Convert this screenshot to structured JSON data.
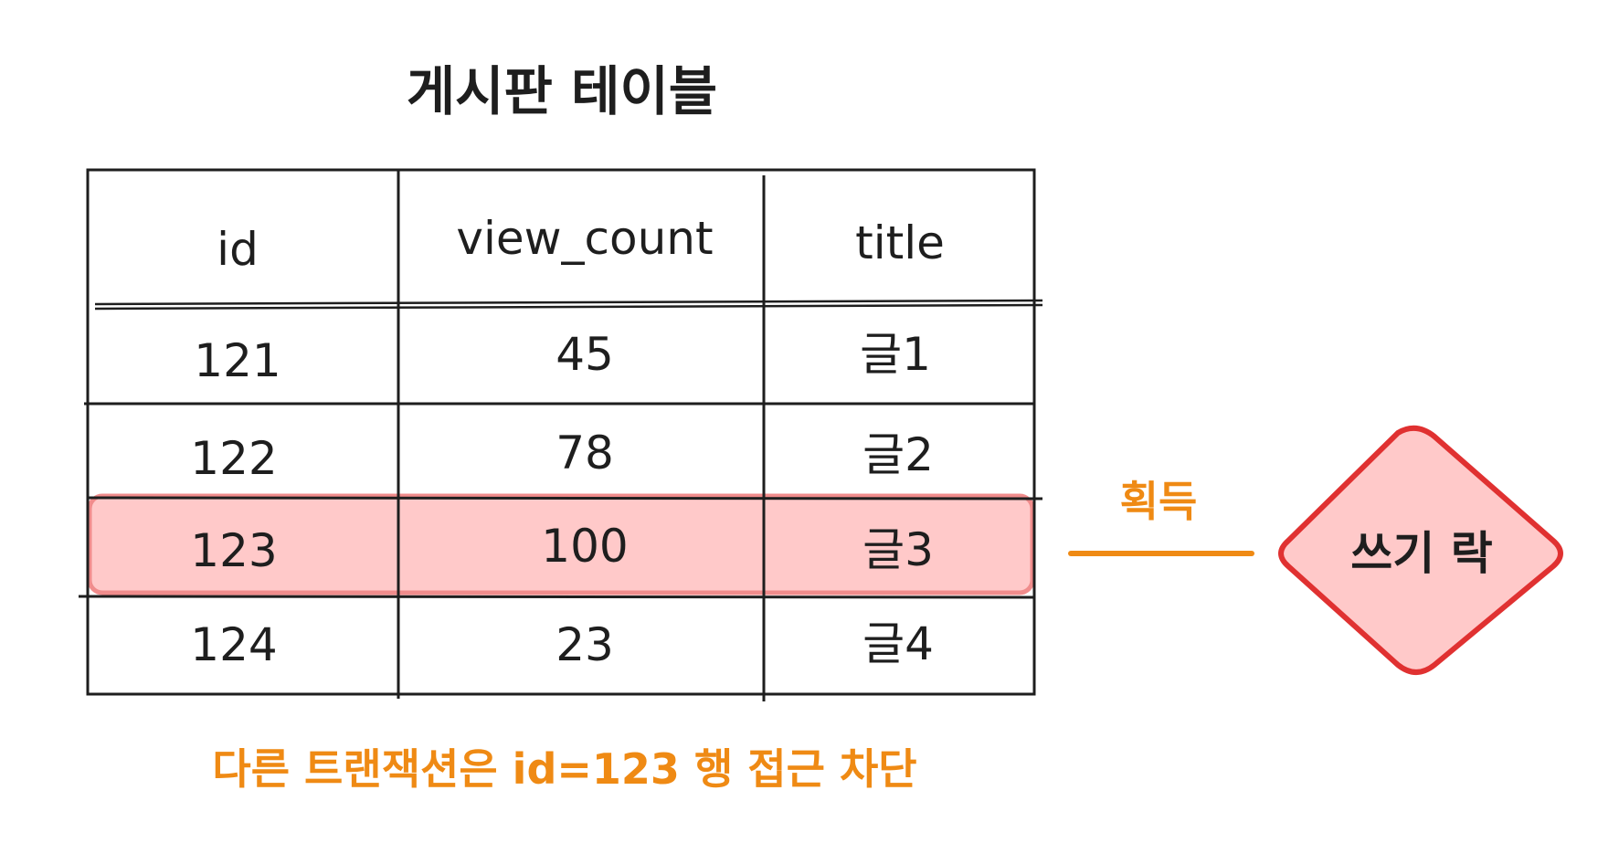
{
  "title": "게시판 테이블",
  "table": {
    "columns": [
      "id",
      "view_count",
      "title"
    ],
    "rows": [
      {
        "id": "121",
        "view_count": "45",
        "title": "글1",
        "locked": false
      },
      {
        "id": "122",
        "view_count": "78",
        "title": "글2",
        "locked": false
      },
      {
        "id": "123",
        "view_count": "100",
        "title": "글3",
        "locked": true
      },
      {
        "id": "124",
        "view_count": "23",
        "title": "글4",
        "locked": false
      }
    ]
  },
  "acquire_label": "획득",
  "lock_label": "쓰기 락",
  "note": "다른 트랜잭션은 id=123 행 접근 차단",
  "colors": {
    "line": "#1e1e1e",
    "highlight_fill": "#ffc9c9",
    "highlight_stroke": "#f08c8c",
    "accent_orange": "#ef8a14",
    "lock_stroke": "#e03131",
    "lock_fill": "#ffc9c9"
  }
}
